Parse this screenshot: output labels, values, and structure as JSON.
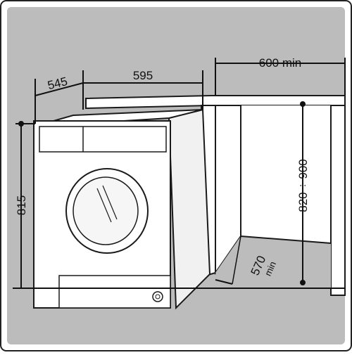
{
  "dimensions": {
    "depth": "545",
    "width": "595",
    "niche_width": "600 min",
    "height": "815",
    "niche_height": "820 ÷ 900",
    "niche_depth": "570",
    "niche_depth_unit": "min"
  },
  "colors": {
    "background": "#bcbcbc",
    "appliance": "#ffffff",
    "outline": "#1a1a1a",
    "floor_line": "#111111"
  }
}
